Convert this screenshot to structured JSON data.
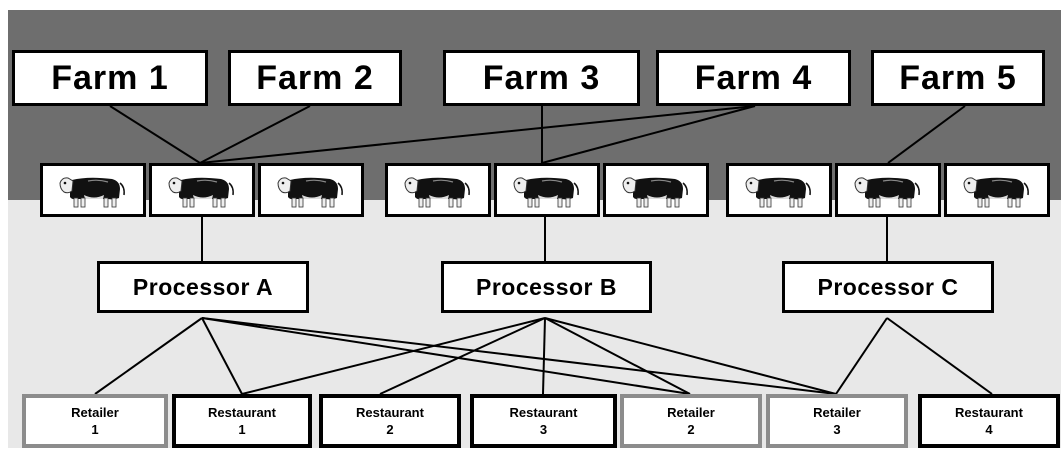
{
  "colors": {
    "top_band": "#6e6e6e",
    "bottom_band": "#e8e8e8",
    "box_fill": "#ffffff",
    "line": "#000000",
    "retailer_border": "#8c8c8c",
    "restaurant_border": "#000000"
  },
  "farms": [
    {
      "label": "Farm 1"
    },
    {
      "label": "Farm 2"
    },
    {
      "label": "Farm 3"
    },
    {
      "label": "Farm 4"
    },
    {
      "label": "Farm 5"
    }
  ],
  "cattle_groups": [
    {
      "icon": "cow-icon",
      "count": 3
    },
    {
      "icon": "cow-icon",
      "count": 3
    },
    {
      "icon": "cow-icon",
      "count": 3
    }
  ],
  "processors": [
    {
      "label": "Processor A"
    },
    {
      "label": "Processor B"
    },
    {
      "label": "Processor C"
    }
  ],
  "outlets": [
    {
      "line1": "Retailer",
      "line2": "1",
      "kind": "retailer"
    },
    {
      "line1": "Restaurant",
      "line2": "1",
      "kind": "restaurant"
    },
    {
      "line1": "Restaurant",
      "line2": "2",
      "kind": "restaurant"
    },
    {
      "line1": "Restaurant",
      "line2": "3",
      "kind": "restaurant"
    },
    {
      "line1": "Retailer",
      "line2": "2",
      "kind": "retailer"
    },
    {
      "line1": "Retailer",
      "line2": "3",
      "kind": "retailer"
    },
    {
      "line1": "Restaurant",
      "line2": "4",
      "kind": "restaurant"
    }
  ]
}
